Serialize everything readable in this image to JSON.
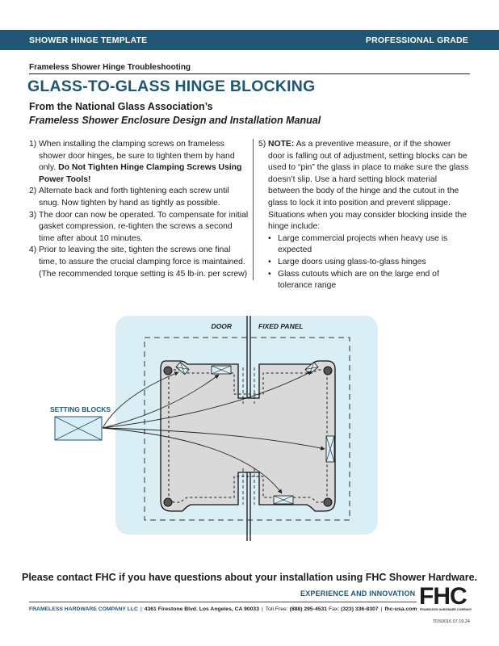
{
  "header": {
    "left_label": "SHOWER HINGE TEMPLATE",
    "right_label": "PROFESSIONAL GRADE"
  },
  "subhead": "Frameless Shower Hinge Troubleshooting",
  "title": "GLASS-TO-GLASS HINGE BLOCKING",
  "source_line1": "From the National Glass Association’s",
  "source_line2": "Frameless Shower Enclosure Design and Installation Manual",
  "steps": [
    {
      "num": "1)",
      "text": "When installing the clamping screws on frameless shower door hinges, be sure to tighten them by hand only.",
      "bold": "Do Not Tighten Hinge Clamping Screws Using Power Tools!"
    },
    {
      "num": "2)",
      "text": "Alternate back and forth tightening each screw until snug. Now tighten by hand as tightly as possible."
    },
    {
      "num": "3)",
      "text": "The door can now be operated. To compensate for initial gasket compression, re-tighten the screws a second time after about 10 minutes."
    },
    {
      "num": "4)",
      "text": "Prior to leaving the site, tighten the screws one final time, to assure the crucial clamping force is maintained. (The recommended torque setting is 45 lb-in. per screw)"
    }
  ],
  "note": {
    "num": "5)",
    "label": "NOTE:",
    "text": "As a preventive measure, or if the shower door is falling out of adjustment, setting blocks can be used to “pin” the glass in place to make sure the glass doesn’t slip. Use a hard setting block material between the body of the hinge and the cutout in the glass to lock it into position and prevent slippage.",
    "situations_intro": "Situations when you may consider blocking inside the hinge include:",
    "bullets": [
      "Large commercial projects when heavy use is expected",
      "Large doors using glass-to-glass hinges",
      "Glass cutouts which are on the large end of tolerance range"
    ]
  },
  "diagram": {
    "door_label": "DOOR",
    "fixed_panel_label": "FIXED PANEL",
    "setting_blocks_label": "SETTING BLOCKS",
    "panel_color": "#daeef5",
    "glass_color": "#d9d9d9"
  },
  "contact": "Please contact FHC if you have questions about your installation using FHC Shower Hardware.",
  "tagline": "EXPERIENCE AND INNOVATION",
  "logo": {
    "text": "FHC",
    "sub": "FRAMELESS HARDWARE COMPANY"
  },
  "footer": {
    "company": "FRAMELESS HARDWARE COMPANY LLC",
    "address": "4361 Firestone Blvd. Los Angeles, CA 90033",
    "toll_free_label": "Toll Free:",
    "toll_free": "(888) 295-4531",
    "fax_label": "Fax:",
    "fax": "(323) 336-8307",
    "website": "fhc-usa.com"
  },
  "doc_number": "TDS0016 07.19.24",
  "colors": {
    "brand_blue": "#1e5673"
  }
}
